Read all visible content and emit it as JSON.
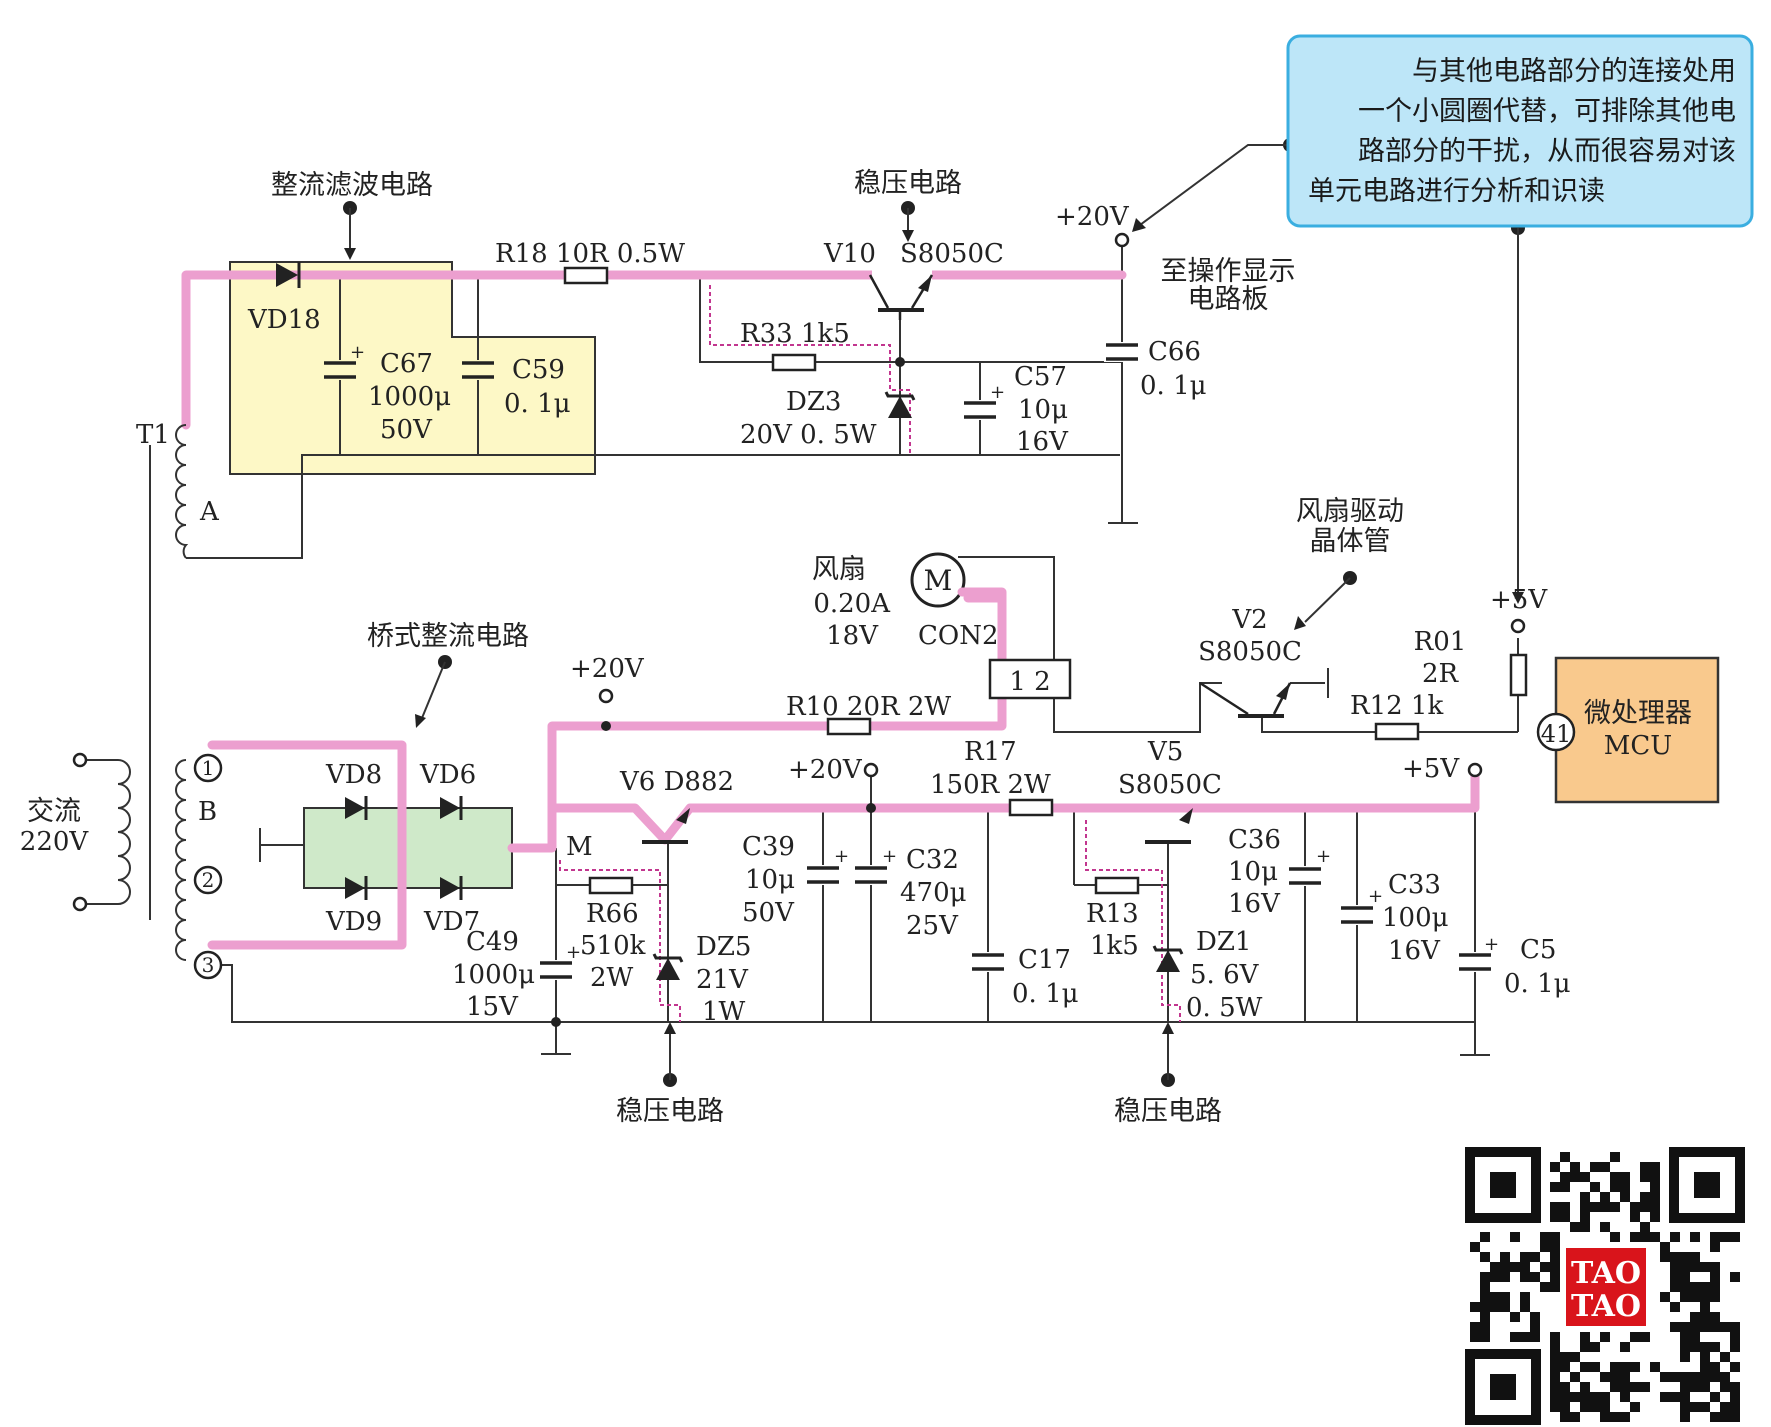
{
  "blocks": {
    "rectifier_filter": "整流滤波电路",
    "regulator": "稳压电路",
    "bridge_rectifier": "桥式整流电路",
    "fan_driver_line1": "风扇驱动",
    "fan_driver_line2": "晶体管",
    "to_display_line1": "至操作显示",
    "to_display_line2": "电路板"
  },
  "note": {
    "lines": [
      "与其他电路部分的连接处用",
      "一个小圆圈代替，可排除其他电",
      "路部分的干扰，从而很容易对该",
      "单元电路进行分析和识读"
    ],
    "fill": "#bde6f8",
    "border": "#3aaee0"
  },
  "colors": {
    "highlight": "#ec9fcf",
    "rectifier_box": "#fdf8c6",
    "bridge_box": "#cfe9c9",
    "mcu_box": "#f9c98d"
  },
  "transformer": {
    "name": "T1",
    "winding_a": "A",
    "winding_b": "B",
    "primary_line1": "交流",
    "primary_line2": "220V",
    "pins": [
      "1",
      "2",
      "3"
    ]
  },
  "components": {
    "vd18": "VD18",
    "c67": [
      "C67",
      "1000μ",
      "50V"
    ],
    "c59": [
      "C59",
      "0. 1μ"
    ],
    "r18": "R18 10R 0.5W",
    "v10": "V10",
    "v10_type": "S8050C",
    "r33": "R33 1k5",
    "dz3": [
      "DZ3",
      "20V  0. 5W"
    ],
    "c57": [
      "C57",
      "10μ",
      "16V"
    ],
    "c66": [
      "C66",
      "0. 1μ"
    ],
    "vd8": "VD8",
    "vd6": "VD6",
    "vd9": "VD9",
    "vd7": "VD7",
    "c49": [
      "C49",
      "1000μ",
      "15V"
    ],
    "node_m": "M",
    "v6": "V6 D882",
    "r66": [
      "R66",
      "510k",
      "2W"
    ],
    "dz5": [
      "DZ5",
      "21V",
      "1W"
    ],
    "c39": [
      "C39",
      "10μ",
      "50V"
    ],
    "c32": [
      "C32",
      "470μ",
      "25V"
    ],
    "r10": "R10 20R 2W",
    "fan": [
      "风扇",
      "0.20A",
      "18V"
    ],
    "motor": "M",
    "con2": "CON2",
    "con2_pins": "1  2",
    "r17": [
      "R17",
      "150R  2W"
    ],
    "c17": [
      "C17",
      "0. 1μ"
    ],
    "v5": [
      "V5",
      "S8050C"
    ],
    "r13": [
      "R13",
      "1k5"
    ],
    "dz1": [
      "DZ1",
      "5. 6V",
      "0. 5W"
    ],
    "c36": [
      "C36",
      "10μ",
      "16V"
    ],
    "c33": [
      "C33",
      "100μ",
      "16V"
    ],
    "c5": [
      "C5",
      "0. 1μ"
    ],
    "v2": [
      "V2",
      "S8050C"
    ],
    "r01": [
      "R01",
      "2R"
    ],
    "r12": "R12 1k",
    "mcu": [
      "微处理器",
      "MCU"
    ],
    "mcu_pin": "41"
  },
  "rails": {
    "p20v": "+20V",
    "p5v": "+5V"
  },
  "qr_logo": [
    "TAO",
    "TAO"
  ]
}
